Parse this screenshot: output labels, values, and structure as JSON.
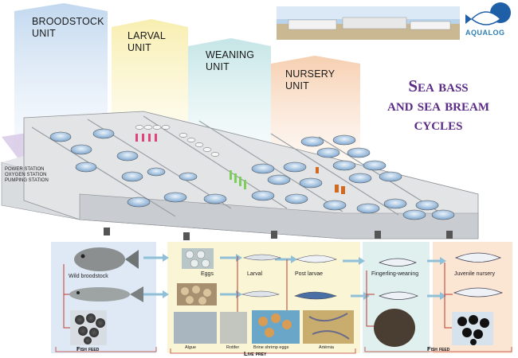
{
  "title": {
    "line1": "Sea bass",
    "line2": "and sea bream",
    "line3": "cycles"
  },
  "brand": {
    "name": "AQUALOG",
    "logo_icon": "fish-logo-icon"
  },
  "units": {
    "broodstock": [
      "BROODSTOCK",
      "UNIT"
    ],
    "larval": [
      "LARVAL",
      "UNIT"
    ],
    "weaning": [
      "WEANING",
      "UNIT"
    ],
    "nursery": [
      "NURSERY",
      "UNIT"
    ]
  },
  "stations": [
    "POWER STATION",
    "OXYGEN STATION",
    "PUMPING STATION"
  ],
  "stages": {
    "wild_broodstock": "Wild broodstock",
    "eggs": "Eggs",
    "larval": "Larval",
    "post_larvae": "Post larvae",
    "fingerling": "Fingerling-weaning",
    "juvenile": "Juvenile nursery"
  },
  "prey": {
    "algae": "Algue",
    "rotifer": "Rotifer",
    "brine": "Brine shrimp eggs",
    "artemia": "Artémia"
  },
  "feed": {
    "fish_feed_left": "Fish feed",
    "live_prey": "Live prey",
    "fish_feed_right": "Fish feed"
  },
  "colors": {
    "title": "#5a2a86",
    "brand": "#2c7fb8",
    "broodstock_tint": "#cfe0f2",
    "larval_tint": "#fbf3c0",
    "weaning_tint": "#d4ecec",
    "nursery_tint": "#f8dcc4",
    "arrow": "#8fc0d8",
    "flow_line": "#c0392b"
  }
}
